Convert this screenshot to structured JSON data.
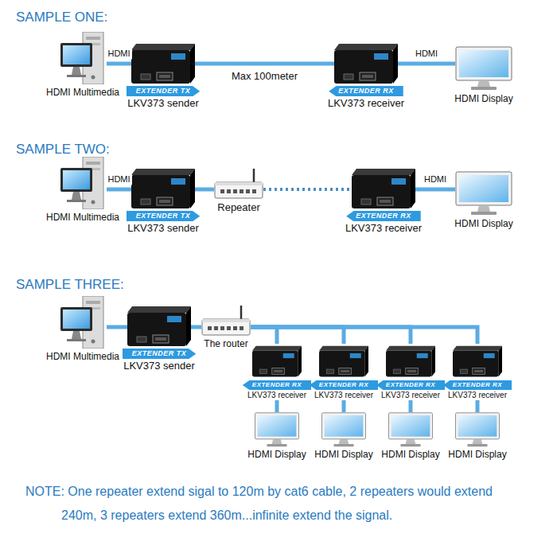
{
  "diagram": {
    "nodes": [
      {
        "text": [
          "HDMI Multimedia"
        ]
      },
      {
        "text": [
          "EXTENDER TX",
          "LKV373 sender"
        ]
      },
      {
        "text": [
          "EXTENDER RX",
          "LKV373 receiver"
        ]
      },
      {
        "text": [
          "HDMI Display"
        ]
      },
      {
        "text": [
          "HDMI Multimedia"
        ]
      },
      {
        "text": [
          "EXTENDER TX",
          "LKV373 sender"
        ]
      },
      {
        "text": [
          "Repeater"
        ]
      },
      {
        "text": [
          "EXTENDER RX",
          "LKV373 receiver"
        ]
      },
      {
        "text": [
          "HDMI Display"
        ]
      },
      {
        "text": [
          "HDMI Multimedia"
        ]
      },
      {
        "text": [
          "EXTENDER TX",
          "LKV373 sender"
        ]
      },
      {
        "text": [
          "The router"
        ]
      },
      {
        "text": [
          "EXTENDER RX",
          "LKV373 receiver"
        ]
      },
      {
        "text": [
          "EXTENDER RX",
          "LKV373 receiver"
        ]
      },
      {
        "text": [
          "EXTENDER RX",
          "LKV373 receiver"
        ]
      },
      {
        "text": [
          "EXTENDER RX",
          "LKV373 receiver"
        ]
      },
      {
        "text": [
          "HDMI Display"
        ]
      },
      {
        "text": [
          "HDMI Display"
        ]
      },
      {
        "text": [
          "HDMI Display"
        ]
      },
      {
        "text": [
          "HDMI Display"
        ]
      }
    ],
    "edges": [
      {
        "from": 0,
        "to": 1,
        "label": "HDMI",
        "arrow": "none"
      },
      {
        "from": 1,
        "to": 2,
        "label": "Max 100meter",
        "arrow": "none"
      },
      {
        "from": 2,
        "to": 3,
        "label": "HDMI",
        "arrow": "none"
      },
      {
        "from": 4,
        "to": 5,
        "label": "HDMI",
        "arrow": "none"
      },
      {
        "from": 5,
        "to": 6,
        "arrow": "none"
      },
      {
        "from": 6,
        "to": 7,
        "arrow": "none"
      },
      {
        "from": 7,
        "to": 8,
        "label": "HDMI",
        "arrow": "none"
      },
      {
        "from": 9,
        "to": 10,
        "arrow": "none"
      },
      {
        "from": 10,
        "to": 11,
        "arrow": "none"
      },
      {
        "from": 11,
        "to": 12,
        "arrow": "none"
      },
      {
        "from": 11,
        "to": 13,
        "arrow": "none"
      },
      {
        "from": 11,
        "to": 14,
        "arrow": "none"
      },
      {
        "from": 11,
        "to": 15,
        "arrow": "none"
      },
      {
        "from": 12,
        "to": 16,
        "arrow": "none"
      },
      {
        "from": 13,
        "to": 17,
        "arrow": "none"
      },
      {
        "from": 14,
        "to": 18,
        "arrow": "none"
      },
      {
        "from": 15,
        "to": 19,
        "arrow": "none"
      }
    ],
    "labels": [
      "SAMPLE ONE:",
      "SAMPLE TWO:",
      "SAMPLE THREE:",
      "NOTE: One repeater extend sigal to 120m by cat6 cable, 2 repeaters would extend 240m, 3 repeaters extend 360m...infinite extend the signal."
    ]
  }
}
